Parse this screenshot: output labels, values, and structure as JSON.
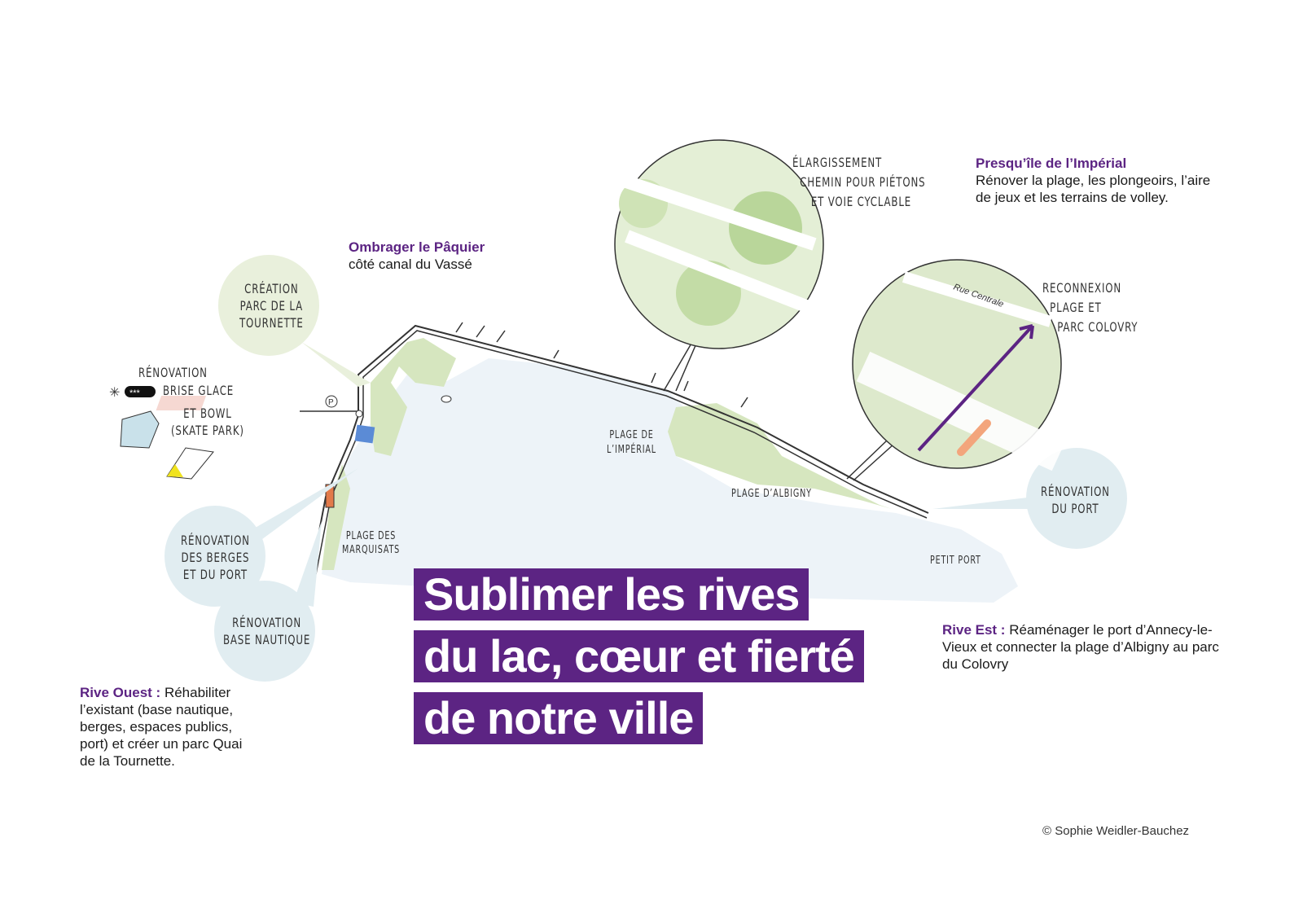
{
  "title_lines": [
    "Sublimer les rives",
    "du lac, cœur et fierté",
    "de notre ville"
  ],
  "notes": {
    "paquier": {
      "heading": "Ombrager le Pâquier",
      "text": "côté canal du Vassé"
    },
    "imperial": {
      "heading": "Presqu’île de l’Impérial",
      "text": "Rénover la plage, les plongeoirs, l’aire de jeux et les terrains de volley."
    },
    "est": {
      "heading": "Rive Est :",
      "text": "Réaménager le port d’Annecy-le-Vieux et connecter la plage d’Albigny au parc du Colovry"
    },
    "ouest": {
      "heading": "Rive Ouest :",
      "text": "Réhabiliter l’existant (base nautique, berges, espaces publics, port) et créer un parc Quai de la Tournette."
    }
  },
  "labels": {
    "tournette": "Création\nparc de la\nTournette",
    "brise_glace_1": "Rénovation",
    "brise_glace_2": "Brise glace",
    "brise_glace_3": "et bowl\n(skate park)",
    "berges": "Rénovation\ndes berges\net du port",
    "base_nautique": "Rénovation\nbase nautique",
    "marquisats": "Plage des\nMarquisats",
    "imperial": "Plage de\nl’Impérial",
    "albigny": "Plage d’Albigny",
    "petit_port": "Petit port",
    "port": "Rénovation\ndu port",
    "elargissement": "Élargissement\n  chemin pour piétons\n     et voie cyclable",
    "reconnexion": "Reconnexion\n  plage et\n    parc Colovry",
    "rue_centrale": "Rue Centrale",
    "parking": "P",
    "stars": "***"
  },
  "credit": "© Sophie Weidler-Bauchez",
  "colors": {
    "purple": "#5c2483",
    "lake": "#edf3f8",
    "green": "#d6e6bf",
    "bubble_green": "#e9f0dc",
    "bubble_blue": "#e1edf1"
  }
}
